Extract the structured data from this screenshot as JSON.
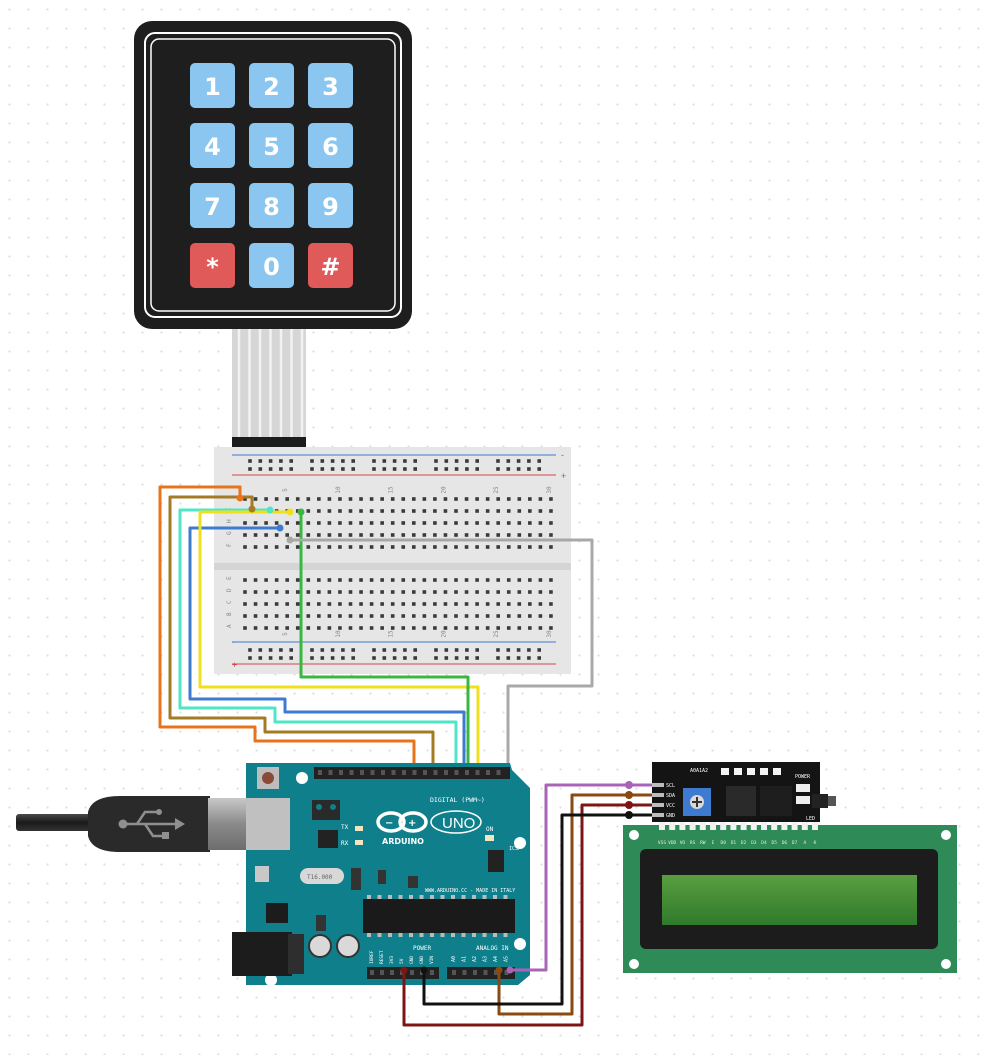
{
  "keypad": {
    "keys": [
      {
        "label": "1",
        "kind": "num"
      },
      {
        "label": "2",
        "kind": "num"
      },
      {
        "label": "3",
        "kind": "num"
      },
      {
        "label": "4",
        "kind": "num"
      },
      {
        "label": "5",
        "kind": "num"
      },
      {
        "label": "6",
        "kind": "num"
      },
      {
        "label": "7",
        "kind": "num"
      },
      {
        "label": "8",
        "kind": "num"
      },
      {
        "label": "9",
        "kind": "num"
      },
      {
        "label": "*",
        "kind": "func"
      },
      {
        "label": "0",
        "kind": "num"
      },
      {
        "label": "#",
        "kind": "func"
      }
    ],
    "colors": {
      "body": "#1e1e1e",
      "num": "#8ac6ef",
      "func": "#e05a5a",
      "ribbon": "#c8c8c8"
    }
  },
  "breadboard": {
    "col_numbers": [
      "5",
      "10",
      "15",
      "20",
      "25",
      "30"
    ],
    "row_letters_top": [
      "J",
      "I",
      "H",
      "G",
      "F"
    ],
    "row_letters_bottom": [
      "E",
      "D",
      "C",
      "B",
      "A"
    ],
    "rail_minus": "-",
    "rail_plus": "+",
    "colors": {
      "body": "#e6e6e6",
      "rail_blue": "#3d7bd0",
      "rail_red": "#d64545"
    }
  },
  "arduino": {
    "logo": "UNO",
    "brand": "ARDUINO",
    "digital_label": "DIGITAL (PWM~)",
    "power_label": "POWER",
    "analog_label": "ANALOG IN",
    "analog_pins": [
      "A0",
      "A1",
      "A2",
      "A3",
      "A4",
      "A5"
    ],
    "power_pins": [
      "IOREF",
      "RESET",
      "3V3",
      "5V",
      "GND",
      "GND",
      "VIN"
    ],
    "on_label": "ON",
    "tx_label": "TX",
    "rx_label": "RX",
    "icsp_label": "ICSP",
    "crystal_label": "T16.000",
    "website": "WWW.ARDUINO.CC - MADE IN ITALY",
    "colors": {
      "pcb": "#0f7f8c",
      "header": "#222222"
    }
  },
  "i2c_module": {
    "pins": [
      "SCL",
      "SDA",
      "VCC",
      "GND"
    ],
    "address_label": "A0A1A2",
    "power_label": "POWER",
    "led_label": "LED"
  },
  "lcd": {
    "pin_labels": [
      "VSS",
      "VDD",
      "VO",
      "RS",
      "RW",
      "E",
      "D0",
      "D1",
      "D2",
      "D3",
      "D4",
      "D5",
      "D6",
      "D7",
      "A",
      "K"
    ],
    "colors": {
      "pcb": "#2e8b57",
      "screen": "#3b8a2f"
    }
  },
  "usb_cable": {
    "icon": "usb-icon"
  },
  "wire_colors": {
    "orange": "#e8731a",
    "olive": "#a47a24",
    "cyan": "#4ee6c7",
    "blue": "#3d7bd0",
    "yellow": "#f0e01c",
    "green": "#38b840",
    "gray": "#a8a8a8",
    "purple": "#a865b8",
    "black": "#111111",
    "darkred": "#7d1515",
    "brown": "#8a4a12"
  }
}
